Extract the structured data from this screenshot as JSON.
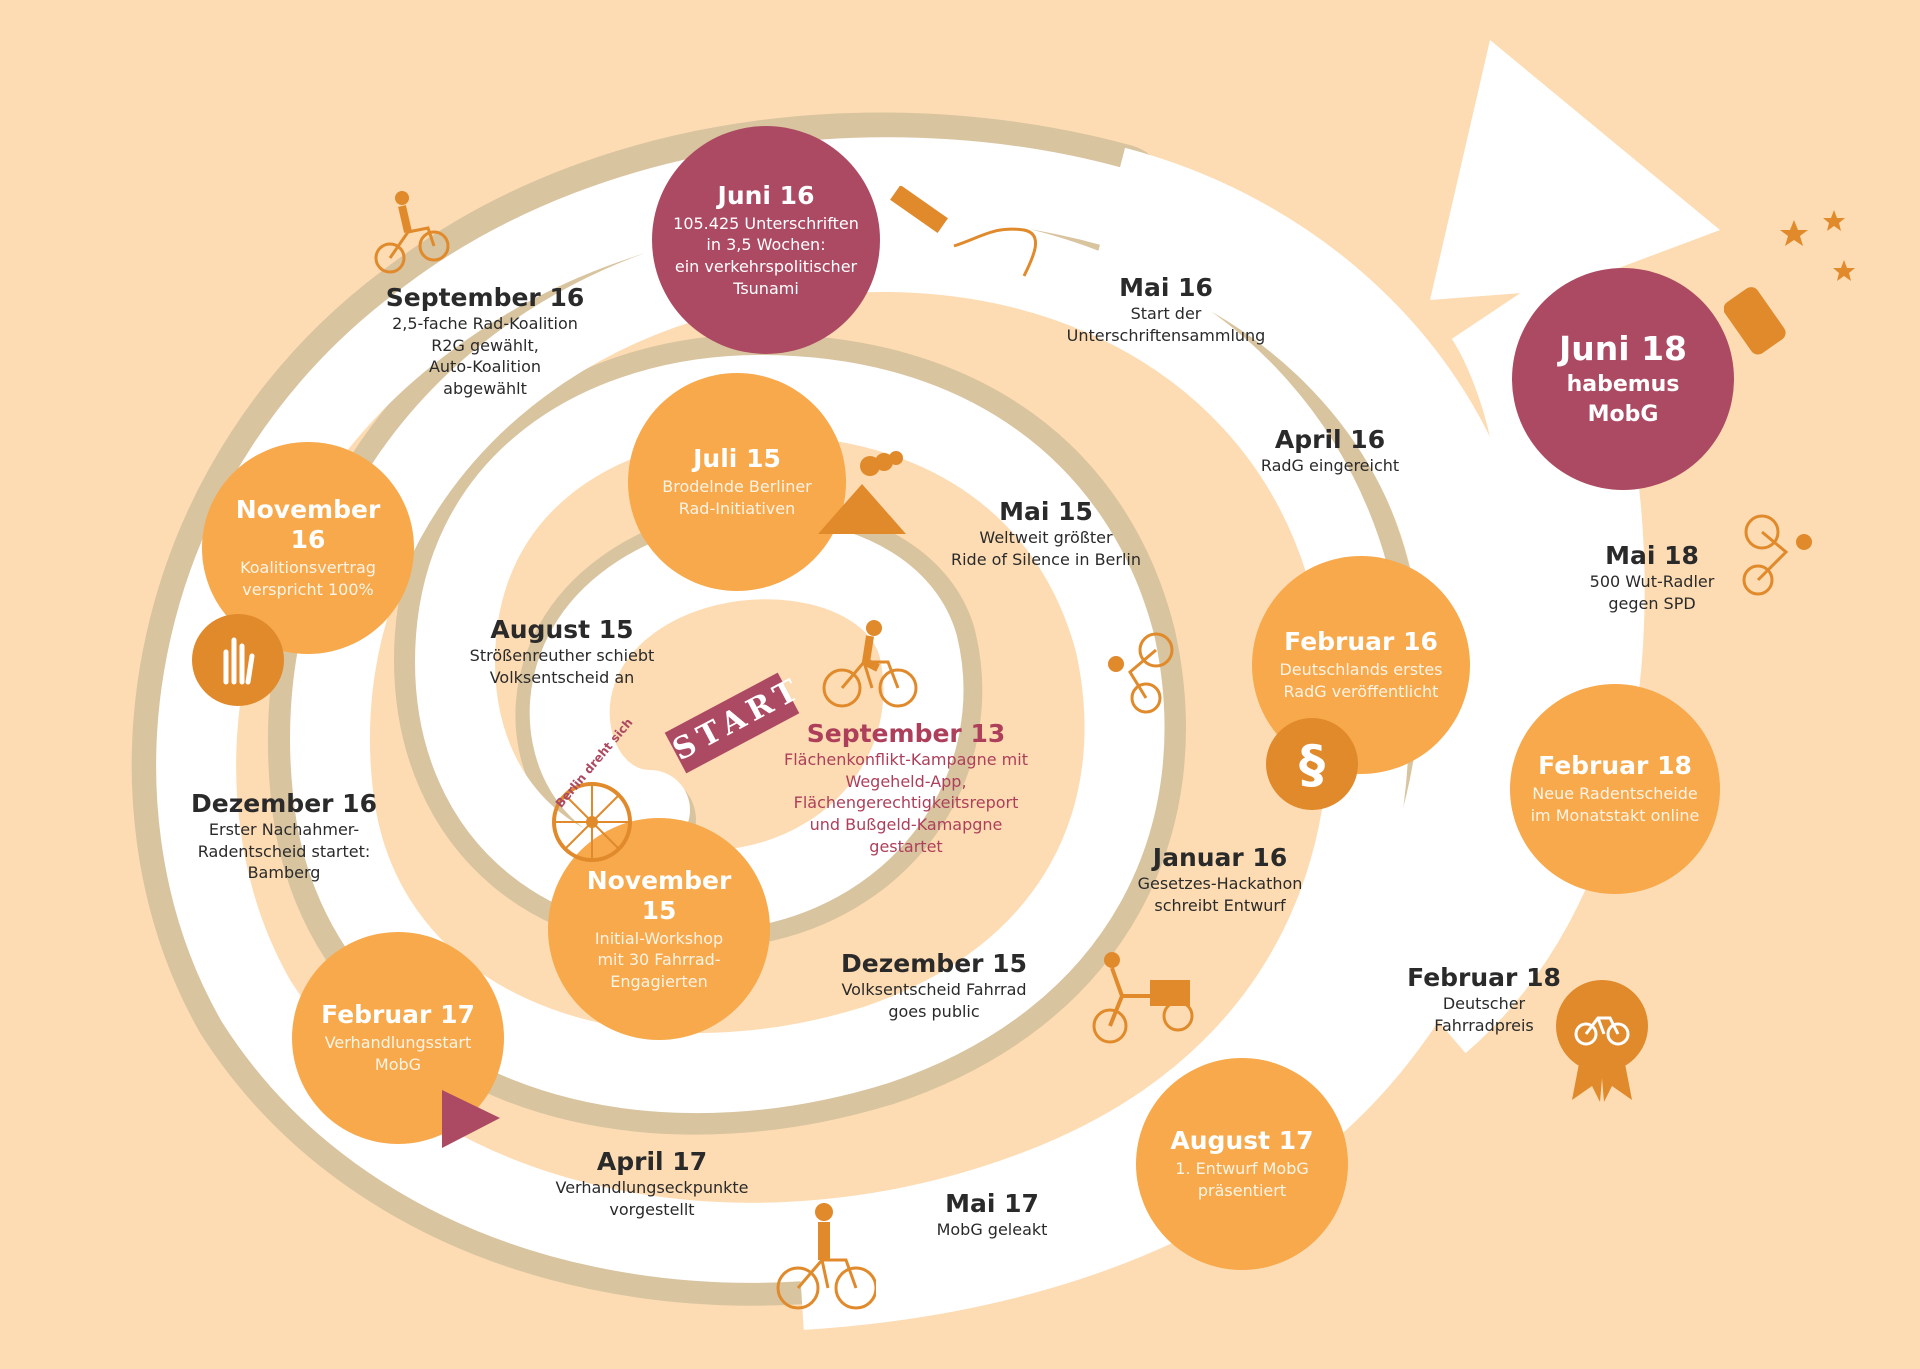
{
  "colors": {
    "background": "#fddcb3",
    "track": "#ffffff",
    "track_shadow": "#d9c4a0",
    "orange": "#f7a94b",
    "dark_orange": "#e08a2c",
    "plum": "#ad4a63",
    "text": "#2a2a2a"
  },
  "start_flag": {
    "label": "START"
  },
  "circle_events": [
    {
      "id": "jul15",
      "title": "Juli 15",
      "desc": "Brodelnde Berliner\nRad-Initiativen",
      "color": "orange"
    },
    {
      "id": "nov15",
      "title": "November 15",
      "desc": "Initial-Workshop\nmit 30 Fahrrad-\nEngagierten",
      "color": "orange"
    },
    {
      "id": "feb16",
      "title": "Februar 16",
      "desc": "Deutschlands erstes\nRadG veröffentlicht",
      "color": "orange"
    },
    {
      "id": "jun16",
      "title": "Juni 16",
      "desc": "105.425 Unterschriften\nin 3,5 Wochen:\nein verkehrspolitischer\nTsunami",
      "color": "plum"
    },
    {
      "id": "nov16",
      "title": "November 16",
      "desc": "Koalitionsvertrag\nverspricht 100%",
      "color": "orange"
    },
    {
      "id": "feb17",
      "title": "Februar 17",
      "desc": "Verhandlungsstart\nMobG",
      "color": "orange"
    },
    {
      "id": "aug17",
      "title": "August 17",
      "desc": "1. Entwurf MobG\npräsentiert",
      "color": "orange"
    },
    {
      "id": "feb18c",
      "title": "Februar 18",
      "desc": "Neue Radentscheide\nim Monatstakt online",
      "color": "orange"
    },
    {
      "id": "jun18",
      "title": "Juni 18",
      "desc": "habemus MobG",
      "color": "plum"
    }
  ],
  "label_events": [
    {
      "id": "sep13",
      "title": "September 13",
      "desc": "Flächenkonflikt-Kampagne mit\nWegeheld-App,\nFlächengerechtigkeitsreport\nund Bußgeld-Kamapgne\ngestartet",
      "accent": true
    },
    {
      "id": "mai15",
      "title": "Mai 15",
      "desc": "Weltweit größter\nRide of Silence in Berlin"
    },
    {
      "id": "aug15",
      "title": "August 15",
      "desc": "Strößenreuther schiebt\nVolksentscheid an"
    },
    {
      "id": "dez15",
      "title": "Dezember 15",
      "desc": "Volksentscheid Fahrrad\ngoes public"
    },
    {
      "id": "jan16",
      "title": "Januar 16",
      "desc": "Gesetzes-Hackathon\nschreibt Entwurf"
    },
    {
      "id": "apr16",
      "title": "April 16",
      "desc": "RadG eingereicht"
    },
    {
      "id": "mai16",
      "title": "Mai 16",
      "desc": "Start der\nUnterschriftensammlung"
    },
    {
      "id": "sep16",
      "title": "September 16",
      "desc": "2,5-fache Rad-Koalition\nR2G gewählt,\nAuto-Koalition\nabgewählt"
    },
    {
      "id": "dez16",
      "title": "Dezember 16",
      "desc": "Erster Nachahmer-\nRadentscheid startet:\nBamberg"
    },
    {
      "id": "apr17",
      "title": "April 17",
      "desc": "Verhandlungseckpunkte\nvorgestellt"
    },
    {
      "id": "mai17",
      "title": "Mai 17",
      "desc": "MobG geleakt"
    },
    {
      "id": "feb18l",
      "title": "Februar 18",
      "desc": "Deutscher\nFahrradpreis"
    },
    {
      "id": "mai18",
      "title": "Mai 18",
      "desc": "500 Wut-Radler\ngegen SPD"
    }
  ],
  "badge_text": {
    "berlin": "Berlin dreht sich"
  },
  "icons": [
    "bicycle-rider-icon",
    "pen-icon",
    "volcano-icon",
    "crossed-fingers-icon",
    "paragraph-icon",
    "ferris-wheel-icon",
    "play-triangle-icon",
    "cargo-bike-icon",
    "award-rosette-icon",
    "champagne-icon",
    "arrow-head-icon"
  ]
}
